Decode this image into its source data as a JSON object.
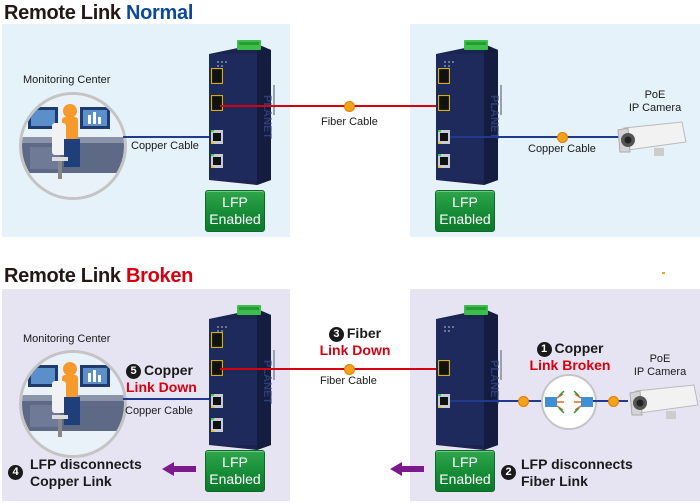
{
  "sections": {
    "normal": {
      "title_prefix": "Remote Link ",
      "title_highlight": "Normal",
      "left": {
        "site_label": "Monitoring Center",
        "cable_label": "Copper Cable",
        "lfp_line1": "LFP",
        "lfp_line2": "Enabled"
      },
      "middle": {
        "cable_label": "Fiber Cable"
      },
      "right": {
        "endpoint_line1": "PoE",
        "endpoint_line2": "IP Camera",
        "cable_label": "Copper Cable",
        "lfp_line1": "LFP",
        "lfp_line2": "Enabled"
      }
    },
    "broken": {
      "title_prefix": "Remote Link ",
      "title_highlight": "Broken",
      "left": {
        "site_label": "Monitoring Center",
        "cable_label": "Copper Cable",
        "lfp_line1": "LFP",
        "lfp_line2": "Enabled",
        "step5": {
          "number": "5",
          "line1": "Copper",
          "line2": "Link Down"
        },
        "step4": {
          "number": "4",
          "line1": "LFP disconnects",
          "line2": "Copper Link"
        }
      },
      "middle": {
        "cable_label": "Fiber Cable",
        "step3": {
          "number": "3",
          "line1": "Fiber",
          "line2": "Link Down"
        }
      },
      "right": {
        "endpoint_line1": "PoE",
        "endpoint_line2": "IP Camera",
        "lfp_line1": "LFP",
        "lfp_line2": "Enabled",
        "step1": {
          "number": "1",
          "line1": "Copper",
          "line2": "Link Broken"
        },
        "step2": {
          "number": "2",
          "line1": "LFP disconnects",
          "line2": "Fiber Link"
        }
      }
    }
  },
  "device_brand": "PLANET",
  "colors": {
    "normal_accent": "#0b4a9a",
    "broken_accent": "#d7000f",
    "fiber_cable": "#d7000f",
    "copper_cable": "#1f3a8f",
    "lfp_badge": "#168c37",
    "arrow": "#7a1a8c",
    "panel_normal": "#e5f2fa",
    "panel_broken": "#e6e4f2"
  }
}
